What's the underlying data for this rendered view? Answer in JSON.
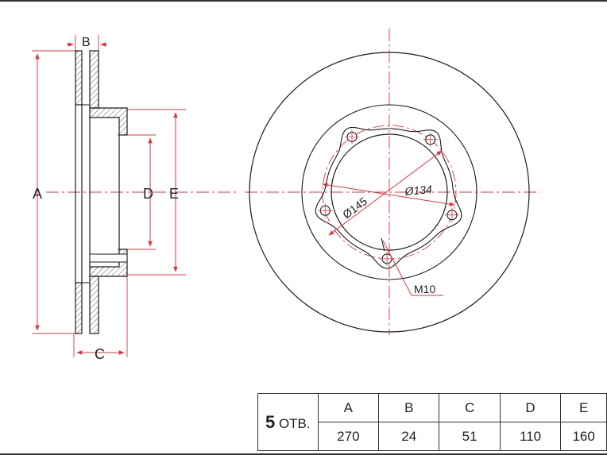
{
  "side_view": {
    "labels": {
      "a": "A",
      "b": "B",
      "c": "C",
      "d": "D",
      "e": "E"
    }
  },
  "front_view": {
    "callouts": {
      "d145": "Ø145",
      "d134": "Ø134",
      "thread": "M10"
    },
    "bolt_holes": 5
  },
  "spec_table": {
    "holes_count": "5",
    "holes_unit": "ОТВ.",
    "headers": [
      "A",
      "B",
      "C",
      "D",
      "E"
    ],
    "values": [
      "270",
      "24",
      "51",
      "110",
      "160"
    ]
  },
  "colors": {
    "dimension": "#e0343c",
    "outline": "#1a1a1a"
  }
}
